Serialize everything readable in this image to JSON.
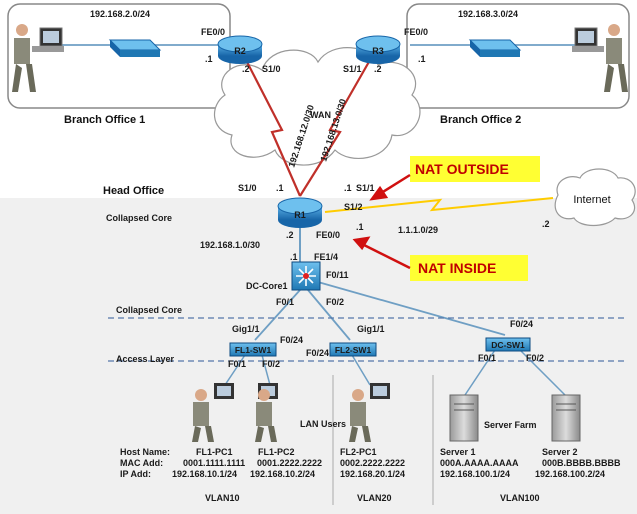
{
  "branch1": {
    "subnet": "192.168.2.0/24",
    "title": "Branch Office 1",
    "r2_if": "FE0/0",
    "pc_ip": ".1"
  },
  "branch2": {
    "subnet": "192.168.3.0/24",
    "title": "Branch Office 2",
    "r3_if": "FE0/0",
    "pc_ip": ".1"
  },
  "r2": {
    "name": "R2",
    "s10": "S1/0",
    "addr": ".2"
  },
  "r3": {
    "name": "R3",
    "s11": "S1/1",
    "addr": ".2"
  },
  "wan": {
    "label": "WAN",
    "link1": "192.168.12.0/30",
    "link2": "192.168.13.0/30"
  },
  "head": {
    "title": "Head Office",
    "core": "Collapsed Core"
  },
  "r1": {
    "name": "R1",
    "s10": "S1/0",
    "s10_addr": ".1",
    "s11_addr": ".1",
    "s11": "S1/1",
    "s12": "S1/2",
    "s12_addr": ".1",
    "fe00": "FE0/0",
    "fe_addr": ".2",
    "lan_subnet": "192.168.1.0/30"
  },
  "internet": {
    "label": "Internet",
    "subnet": "1.1.1.0/29",
    "addr": ".2"
  },
  "nat": {
    "outside": "NAT OUTSIDE",
    "inside": "NAT INSIDE"
  },
  "core": {
    "name": "DC-Core1",
    "fe14": "FE1/4",
    "fe14_addr": ".1",
    "f011": "F0/11",
    "f01": "F0/1",
    "f02": "F0/2"
  },
  "layers": {
    "collapsed": "Collapsed Core",
    "access": "Access Layer"
  },
  "fl1": {
    "name": "FL1-SW1",
    "gig": "Gig1/1",
    "f024": "F0/24",
    "f01": "F0/1",
    "f02": "F0/2"
  },
  "fl2": {
    "name": "FL2-SW1",
    "gig": "Gig1/1",
    "f024": "F0/24"
  },
  "dc": {
    "name": "DC-SW1",
    "f024": "F0/24",
    "f01": "F0/1",
    "f02": "F0/2"
  },
  "lan_users": "LAN Users",
  "server_farm": "Server Farm",
  "legend": {
    "host": "Host Name:",
    "mac": "MAC Add:",
    "ip": "IP Add:"
  },
  "hosts": {
    "pc1": {
      "name": "FL1-PC1",
      "mac": "0001.1111.1111",
      "ip": "192.168.10.1/24"
    },
    "pc2": {
      "name": "FL1-PC2",
      "mac": "0001.2222.2222",
      "ip": "192.168.10.2/24"
    },
    "pc3": {
      "name": "FL2-PC1",
      "mac": "0002.2222.2222",
      "ip": "192.168.20.1/24"
    },
    "srv1": {
      "name": "Server 1",
      "mac": "000A.AAAA.AAAA",
      "ip": "192.168.100.1/24"
    },
    "srv2": {
      "name": "Server 2",
      "mac": "000B.BBBB.BBBB",
      "ip": "192.168.100.2/24"
    }
  },
  "vlans": {
    "v10": "VLAN10",
    "v20": "VLAN20",
    "v100": "VLAN100"
  },
  "colors": {
    "wan_link": "#c0302a",
    "nat_box": "#ffff33",
    "router": "#1f78b4",
    "lan_link": "#6f9fc4",
    "dash": "#5577aa"
  }
}
